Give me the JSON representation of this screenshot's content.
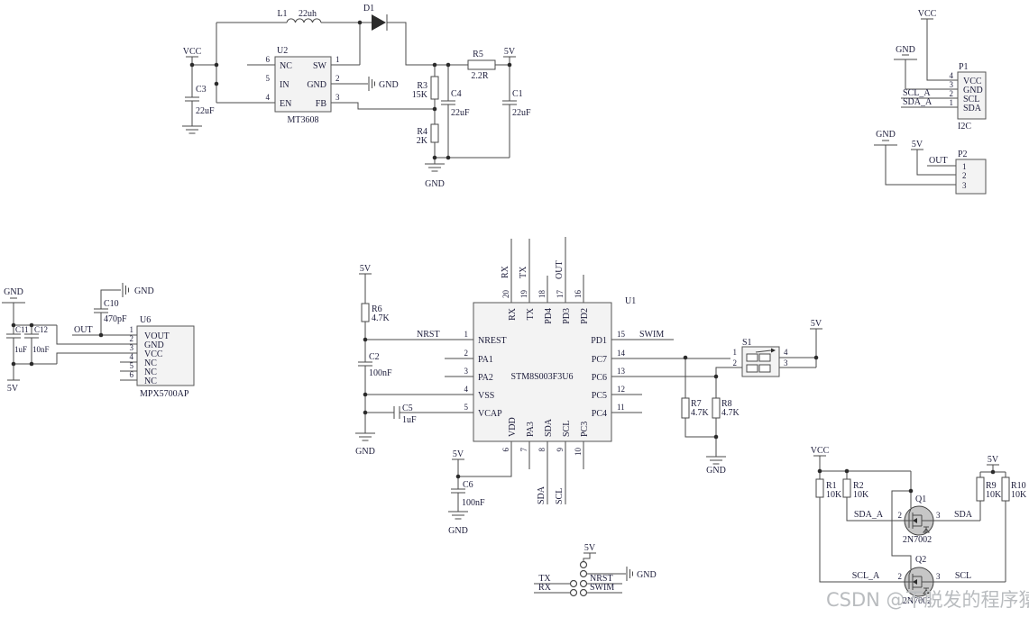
{
  "watermark": "CSDN @不脱发的程序猿",
  "colors": {
    "wire": "#4a4a4a",
    "label": "#1c1c3a",
    "ic_fill": "#f3f3f3",
    "mosfet_fill": "#c6c6c6",
    "watermark": "#b9bcbf"
  },
  "nets": {
    "vcc": "VCC",
    "v5": "5V",
    "gnd": "GND",
    "nrst": "NRST",
    "swim": "SWIM",
    "tx": "TX",
    "rx": "RX",
    "out": "OUT",
    "sda": "SDA",
    "scl": "SCL",
    "sda_a": "SDA_A",
    "scl_a": "SCL_A"
  },
  "boost": {
    "l1": {
      "ref": "L1",
      "value": "22uh"
    },
    "d1": {
      "ref": "D1"
    },
    "u2": {
      "ref": "U2",
      "part": "MT3608",
      "pins": {
        "n1": "1",
        "n2": "2",
        "n3": "3",
        "n4": "4",
        "n5": "5",
        "n6": "6",
        "nc": "NC",
        "in": "IN",
        "en": "EN",
        "sw": "SW",
        "gnd": "GND",
        "fb": "FB"
      }
    },
    "c3": {
      "ref": "C3",
      "value": "22uF"
    },
    "r3": {
      "ref": "R3",
      "value": "15K"
    },
    "r4": {
      "ref": "R4",
      "value": "2K"
    },
    "r5": {
      "ref": "R5",
      "value": "2.2R"
    },
    "c4": {
      "ref": "C4",
      "value": "22uF"
    },
    "c1": {
      "ref": "C1",
      "value": "22uF"
    }
  },
  "conn": {
    "p1": {
      "ref": "P1",
      "part": "I2C",
      "pin_nums": [
        "4",
        "3",
        "2",
        "1"
      ],
      "pin_names": [
        "VCC",
        "GND",
        "SCL",
        "SDA"
      ]
    },
    "p2": {
      "ref": "P2",
      "pin_nums": [
        "1",
        "2",
        "3"
      ]
    }
  },
  "sensor": {
    "u6": {
      "ref": "U6",
      "part": "MPX5700AP",
      "pin_nums": [
        "1",
        "2",
        "3",
        "4",
        "5",
        "6"
      ],
      "pin_names": [
        "VOUT",
        "GND",
        "VCC",
        "NC",
        "NC",
        "NC"
      ]
    },
    "c10": {
      "ref": "C10",
      "value": "470pF"
    },
    "c11": {
      "ref": "C11",
      "value": "1uF"
    },
    "c12": {
      "ref": "C12",
      "value": "10nF"
    }
  },
  "mcu": {
    "u1": {
      "ref": "U1",
      "part": "STM8S003F3U6",
      "left_nums": [
        "1",
        "2",
        "3",
        "4",
        "5"
      ],
      "left_names": [
        "NREST",
        "PA1",
        "PA2",
        "VSS",
        "VCAP"
      ],
      "right_nums": [
        "15",
        "14",
        "13",
        "12",
        "11"
      ],
      "right_names": [
        "PD1",
        "PC7",
        "PC6",
        "PC5",
        "PC4"
      ],
      "top_nums": [
        "20",
        "19",
        "18",
        "17",
        "16"
      ],
      "top_names": [
        "RX",
        "TX",
        "PD4",
        "PD3",
        "PD2"
      ],
      "bottom_nums": [
        "6",
        "7",
        "8",
        "9",
        "10"
      ],
      "bottom_names": [
        "VDD",
        "PA3",
        "SDA",
        "SCL",
        "PC3"
      ]
    },
    "r6": {
      "ref": "R6",
      "value": "4.7K"
    },
    "c2": {
      "ref": "C2",
      "value": "100nF"
    },
    "c5": {
      "ref": "C5",
      "value": "1uF"
    },
    "c6": {
      "ref": "C6",
      "value": "100nF"
    }
  },
  "switch": {
    "s1": {
      "ref": "S1",
      "pins": {
        "n1": "1",
        "n2": "2",
        "n3": "3",
        "n4": "4"
      }
    },
    "r7": {
      "ref": "R7",
      "value": "4.7K"
    },
    "r8": {
      "ref": "R8",
      "value": "4.7K"
    }
  },
  "shifter": {
    "q1": {
      "ref": "Q1",
      "part": "2N7002"
    },
    "q2": {
      "ref": "Q2",
      "part": "2N7002"
    },
    "qpins": {
      "n2": "2",
      "n3": "3"
    },
    "r1": {
      "ref": "R1",
      "value": "10K"
    },
    "r2": {
      "ref": "R2",
      "value": "10K"
    },
    "r9": {
      "ref": "R9",
      "value": "10K"
    },
    "r10": {
      "ref": "R10",
      "value": "10K"
    }
  }
}
